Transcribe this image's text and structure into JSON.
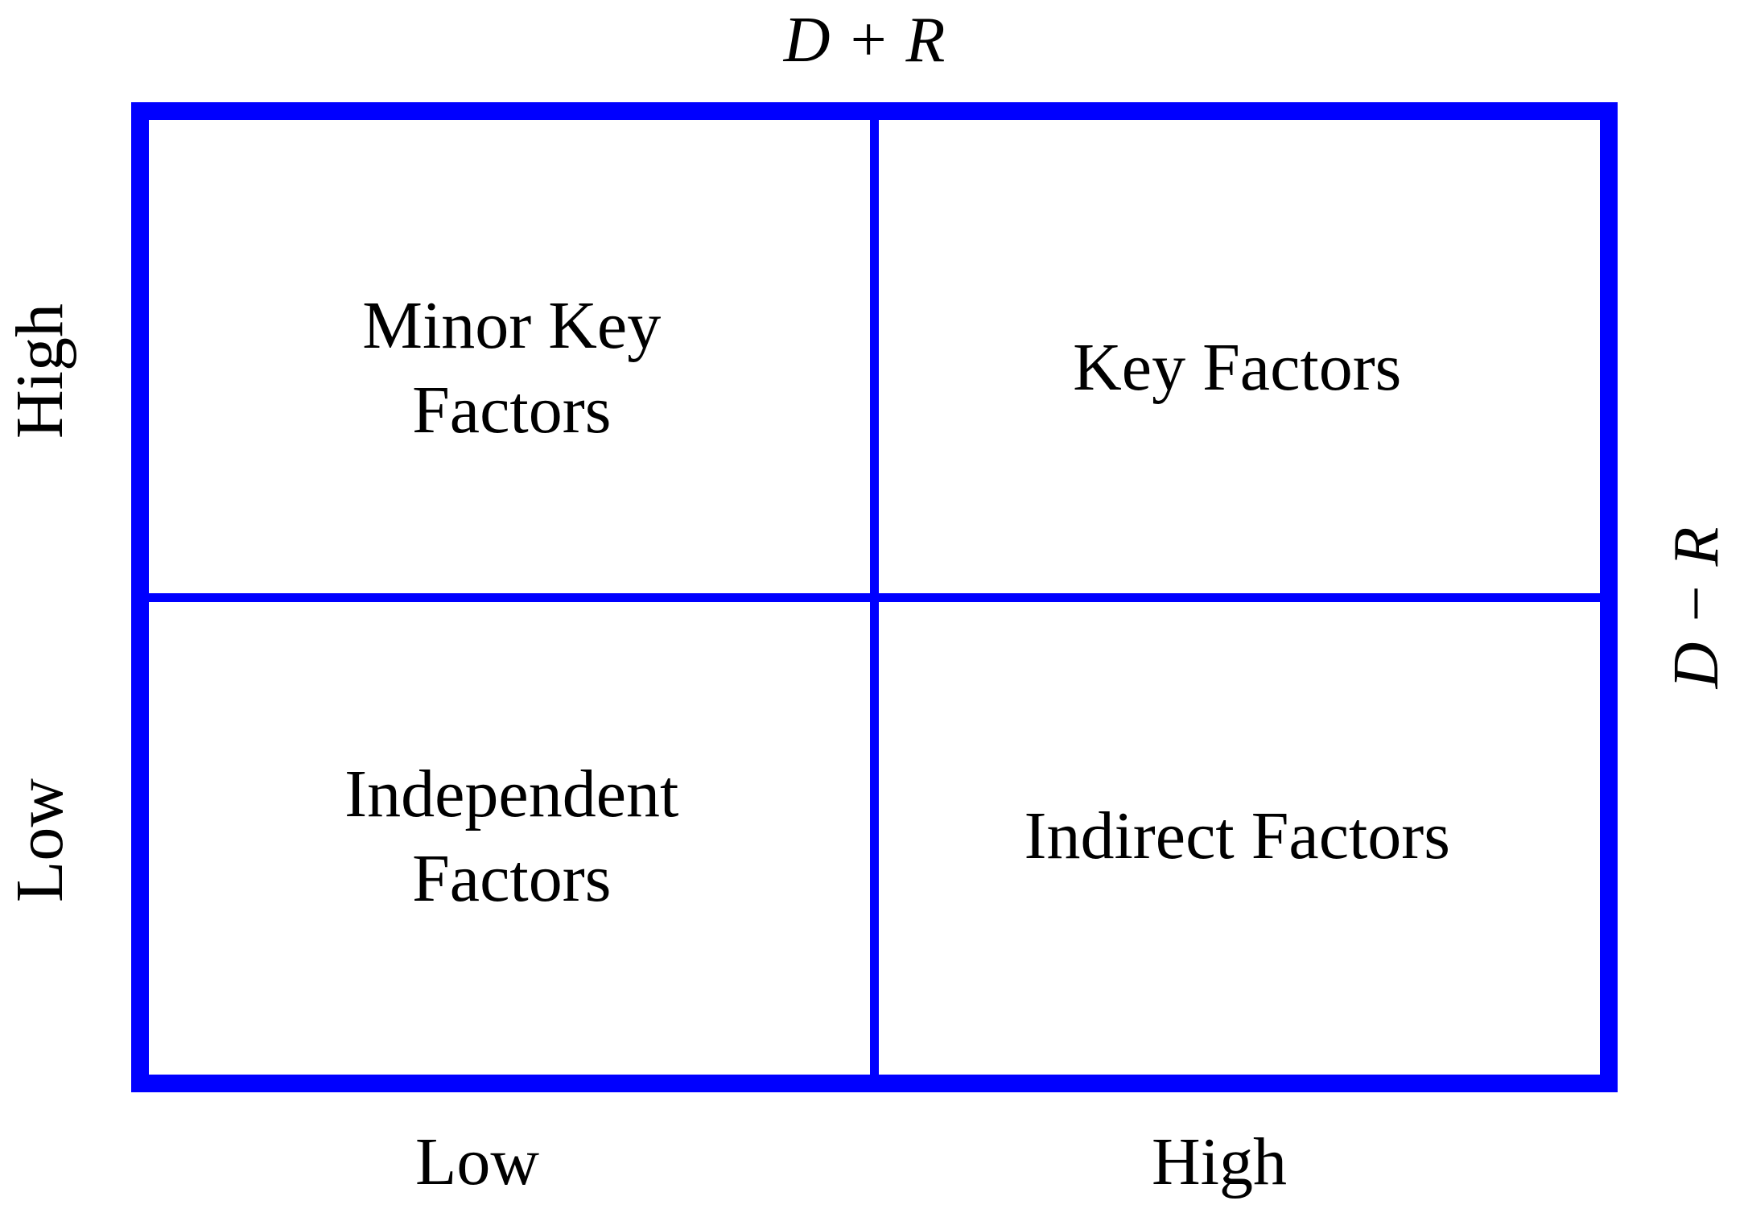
{
  "diagram": {
    "type": "quadrant-matrix",
    "colors": {
      "line": "#0000ff",
      "text": "#000000",
      "background": "#ffffff"
    },
    "axes": {
      "top_label": "D + R",
      "right_label": "D − R",
      "left_ticks": {
        "top": "High",
        "bottom": "Low"
      },
      "bottom_ticks": {
        "left": "Low",
        "right": "High"
      }
    },
    "quadrants": {
      "top_left": {
        "lines": [
          "Minor Key",
          "Factors"
        ]
      },
      "top_right": {
        "lines": [
          "Key Factors"
        ]
      },
      "bottom_left": {
        "lines": [
          "Independent",
          "Factors"
        ]
      },
      "bottom_right": {
        "lines": [
          "Indirect Factors"
        ]
      }
    }
  }
}
